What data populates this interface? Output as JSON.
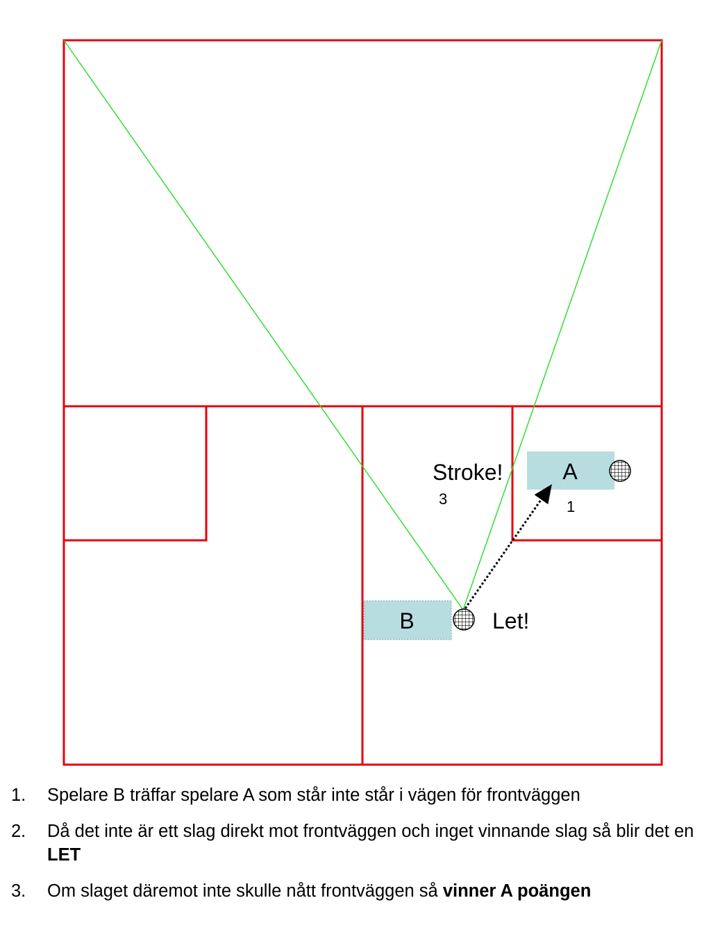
{
  "colors": {
    "court_lines": "#e8000b",
    "sight_lines": "#33dd33",
    "player_box": "#b8dde0",
    "arrow": "#000000"
  },
  "court": {
    "player_a": "A",
    "player_b": "B",
    "stroke_call": "Stroke!",
    "let_call": "Let!",
    "step_stroke": "3",
    "step_hit": "1",
    "ball_icon": "hatched-ball-icon"
  },
  "steps": [
    {
      "number": "1.",
      "text": "Spelare B träffar spelare A som står inte står i vägen för frontväggen"
    },
    {
      "number": "2.",
      "text": "Då det inte är ett slag direkt mot frontväggen och inget vinnande slag så blir det en ",
      "bold": "LET"
    },
    {
      "number": "3.",
      "text": "Om slaget däremot inte skulle nått frontväggen så ",
      "bold": "vinner A poängen"
    }
  ]
}
